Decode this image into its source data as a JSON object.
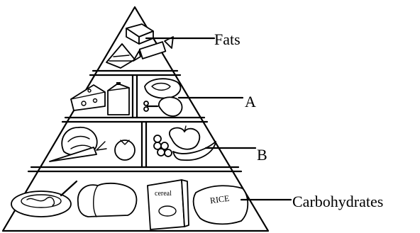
{
  "labels": {
    "fats": "Fats",
    "a": "A",
    "b": "B",
    "carbohydrates": "Carbohydrates",
    "cereal_box": "cereal",
    "rice_bag": "RICE"
  },
  "icons": [
    "butter-icon",
    "cake-slice-icon",
    "candy-icon",
    "cheese-icon",
    "milk-carton-icon",
    "steak-icon",
    "chicken-leg-icon",
    "lettuce-icon",
    "carrot-icon",
    "tomato-icon",
    "apple-icon",
    "banana-icon",
    "grapes-icon",
    "spaghetti-plate-icon",
    "bread-loaf-icon",
    "cereal-box-icon",
    "rice-bag-icon"
  ]
}
